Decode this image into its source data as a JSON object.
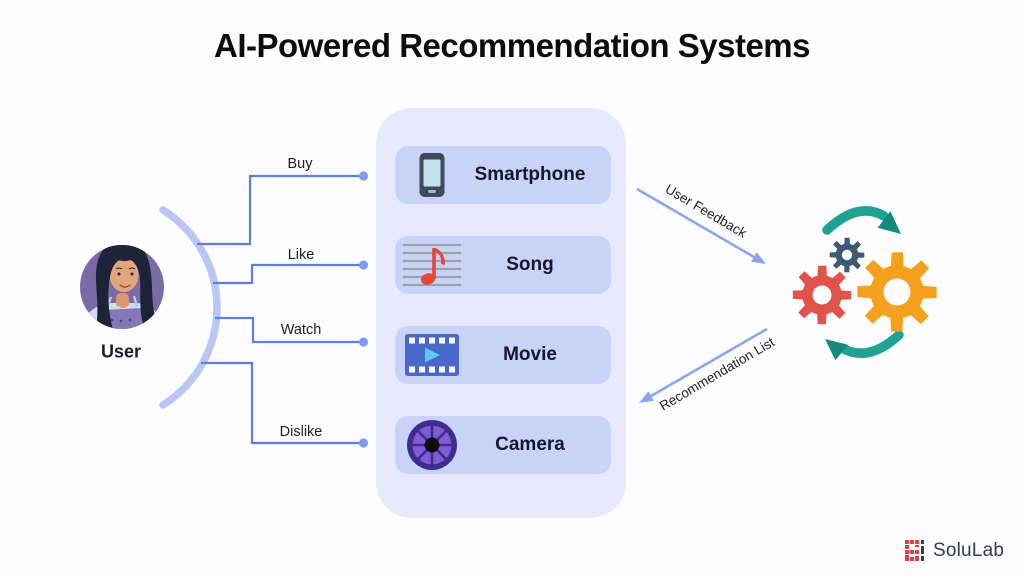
{
  "title": "AI-Powered Recommendation Systems",
  "user": {
    "label": "User"
  },
  "actions": [
    {
      "label": "Buy"
    },
    {
      "label": "Like"
    },
    {
      "label": "Watch"
    },
    {
      "label": "Dislike"
    }
  ],
  "items": [
    {
      "label": "Smartphone",
      "icon": "smartphone-icon"
    },
    {
      "label": "Song",
      "icon": "music-note-icon"
    },
    {
      "label": "Movie",
      "icon": "film-strip-icon"
    },
    {
      "label": "Camera",
      "icon": "camera-aperture-icon"
    }
  ],
  "flows": {
    "user_feedback": "User Feedback",
    "recommendation_list": "Recommendation List"
  },
  "logo": {
    "text": "SoluLab"
  },
  "colors": {
    "connector_blue": "#5b7ee9",
    "dot_blue": "#7d9df2",
    "arc_blue": "#b9c6f6",
    "arrow_blue": "#8aa6f2",
    "panel_bg": "#e6eafc",
    "card_bg": "#c9d3f8",
    "gear_orange": "#f5a11d",
    "gear_red": "#e0534a",
    "gear_navy": "#3d5a73",
    "cycle_teal": "#1fa193",
    "avatar_bg": "#7a6ba8",
    "logo_red": "#d9453e",
    "logo_text": "#2e3d5a"
  }
}
